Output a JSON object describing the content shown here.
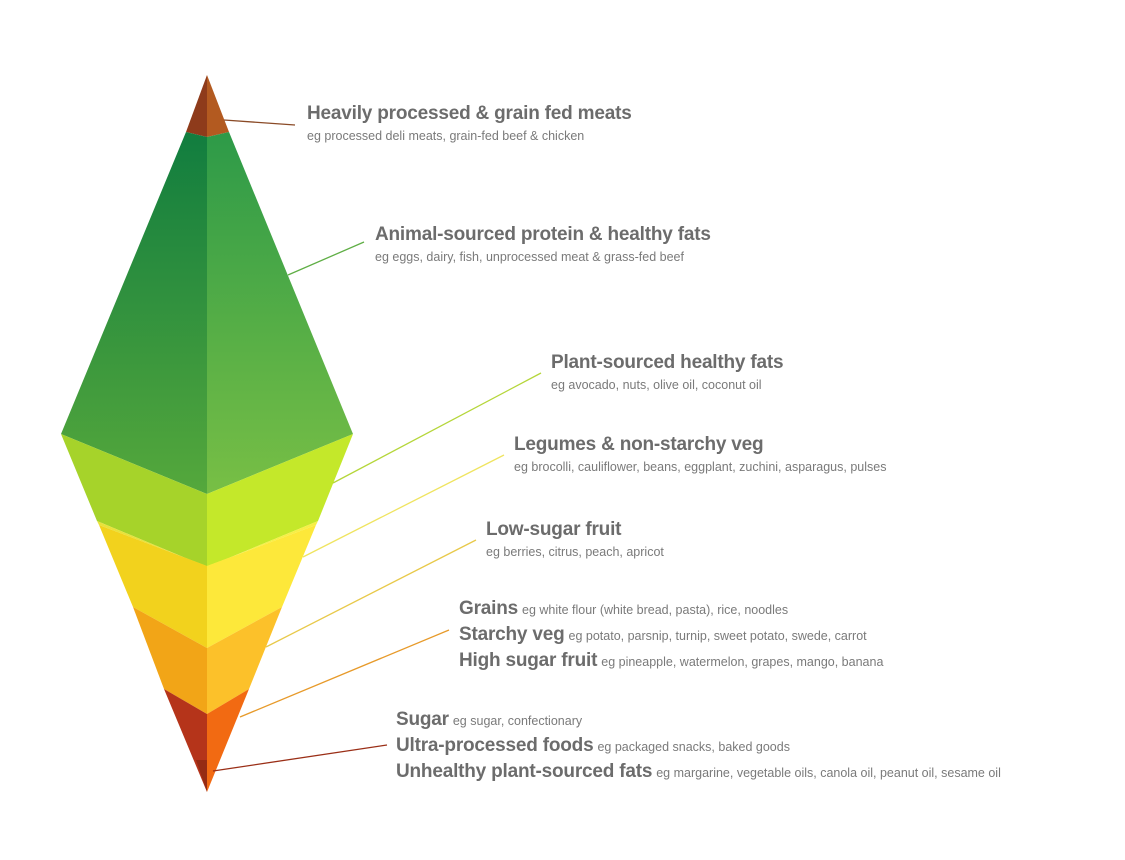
{
  "layers": [
    {
      "key": "meats",
      "title": "Heavily processed & grain fed meats",
      "example": "eg processed deli meats, grain-fed beef & chicken",
      "colors": {
        "left": "#8e3b1b",
        "right": "#b35a20",
        "line": "#8a4a26"
      }
    },
    {
      "key": "animal",
      "title": "Animal-sourced protein & healthy fats",
      "example": "eg eggs, dairy, fish, unprocessed meat & grass-fed beef",
      "colors": {
        "leftTop": "#117d3f",
        "leftBottom": "#55a83c",
        "rightTop": "#2d9a48",
        "rightBottom": "#78bf45",
        "line": "#5fae45"
      }
    },
    {
      "key": "plantfats",
      "title": "Plant-sourced healthy fats",
      "example": "eg avocado, nuts, olive oil, coconut oil",
      "colors": {
        "left": "#a6d32a",
        "right": "#c4e82a",
        "line": "#b5d63a"
      }
    },
    {
      "key": "legumes",
      "title": "Legumes & non-starchy veg",
      "example": "eg brocolli, cauliflower, beans, eggplant, zuchini, asparagus, pulses",
      "colors": {
        "left": "#e8e23a",
        "right": "#f7ef45",
        "line": "#efe460"
      }
    },
    {
      "key": "fruit",
      "title": "Low-sugar fruit",
      "example": "eg berries, citrus, peach, apricot",
      "colors": {
        "left": "#f2d21d",
        "right": "#fde83a",
        "line": "#e8c94a"
      }
    },
    {
      "key": "starch",
      "colors": {
        "left": "#f2a517",
        "right": "#fcc12a",
        "line": "#e79a2a"
      },
      "items": [
        {
          "title": "Grains",
          "example": "eg white flour (white bread, pasta), rice, noodles"
        },
        {
          "title": "Starchy veg",
          "example": "eg potato, parsnip, turnip, sweet potato, swede, carrot"
        },
        {
          "title": "High sugar fruit",
          "example": "eg pineapple, watermelon, grapes, mango, banana"
        }
      ]
    },
    {
      "key": "sugar",
      "colors": {
        "left": "#b5341a",
        "right": "#f26a12",
        "line": "#9a2e16"
      },
      "items": [
        {
          "title": "Sugar",
          "example": "eg sugar, confectionary"
        },
        {
          "title": "Ultra-processed foods",
          "example": "eg packaged snacks, baked goods"
        },
        {
          "title": "Unhealthy plant-sourced fats",
          "example": "eg margarine, vegetable oils, canola oil, peanut oil, sesame oil"
        }
      ]
    }
  ]
}
